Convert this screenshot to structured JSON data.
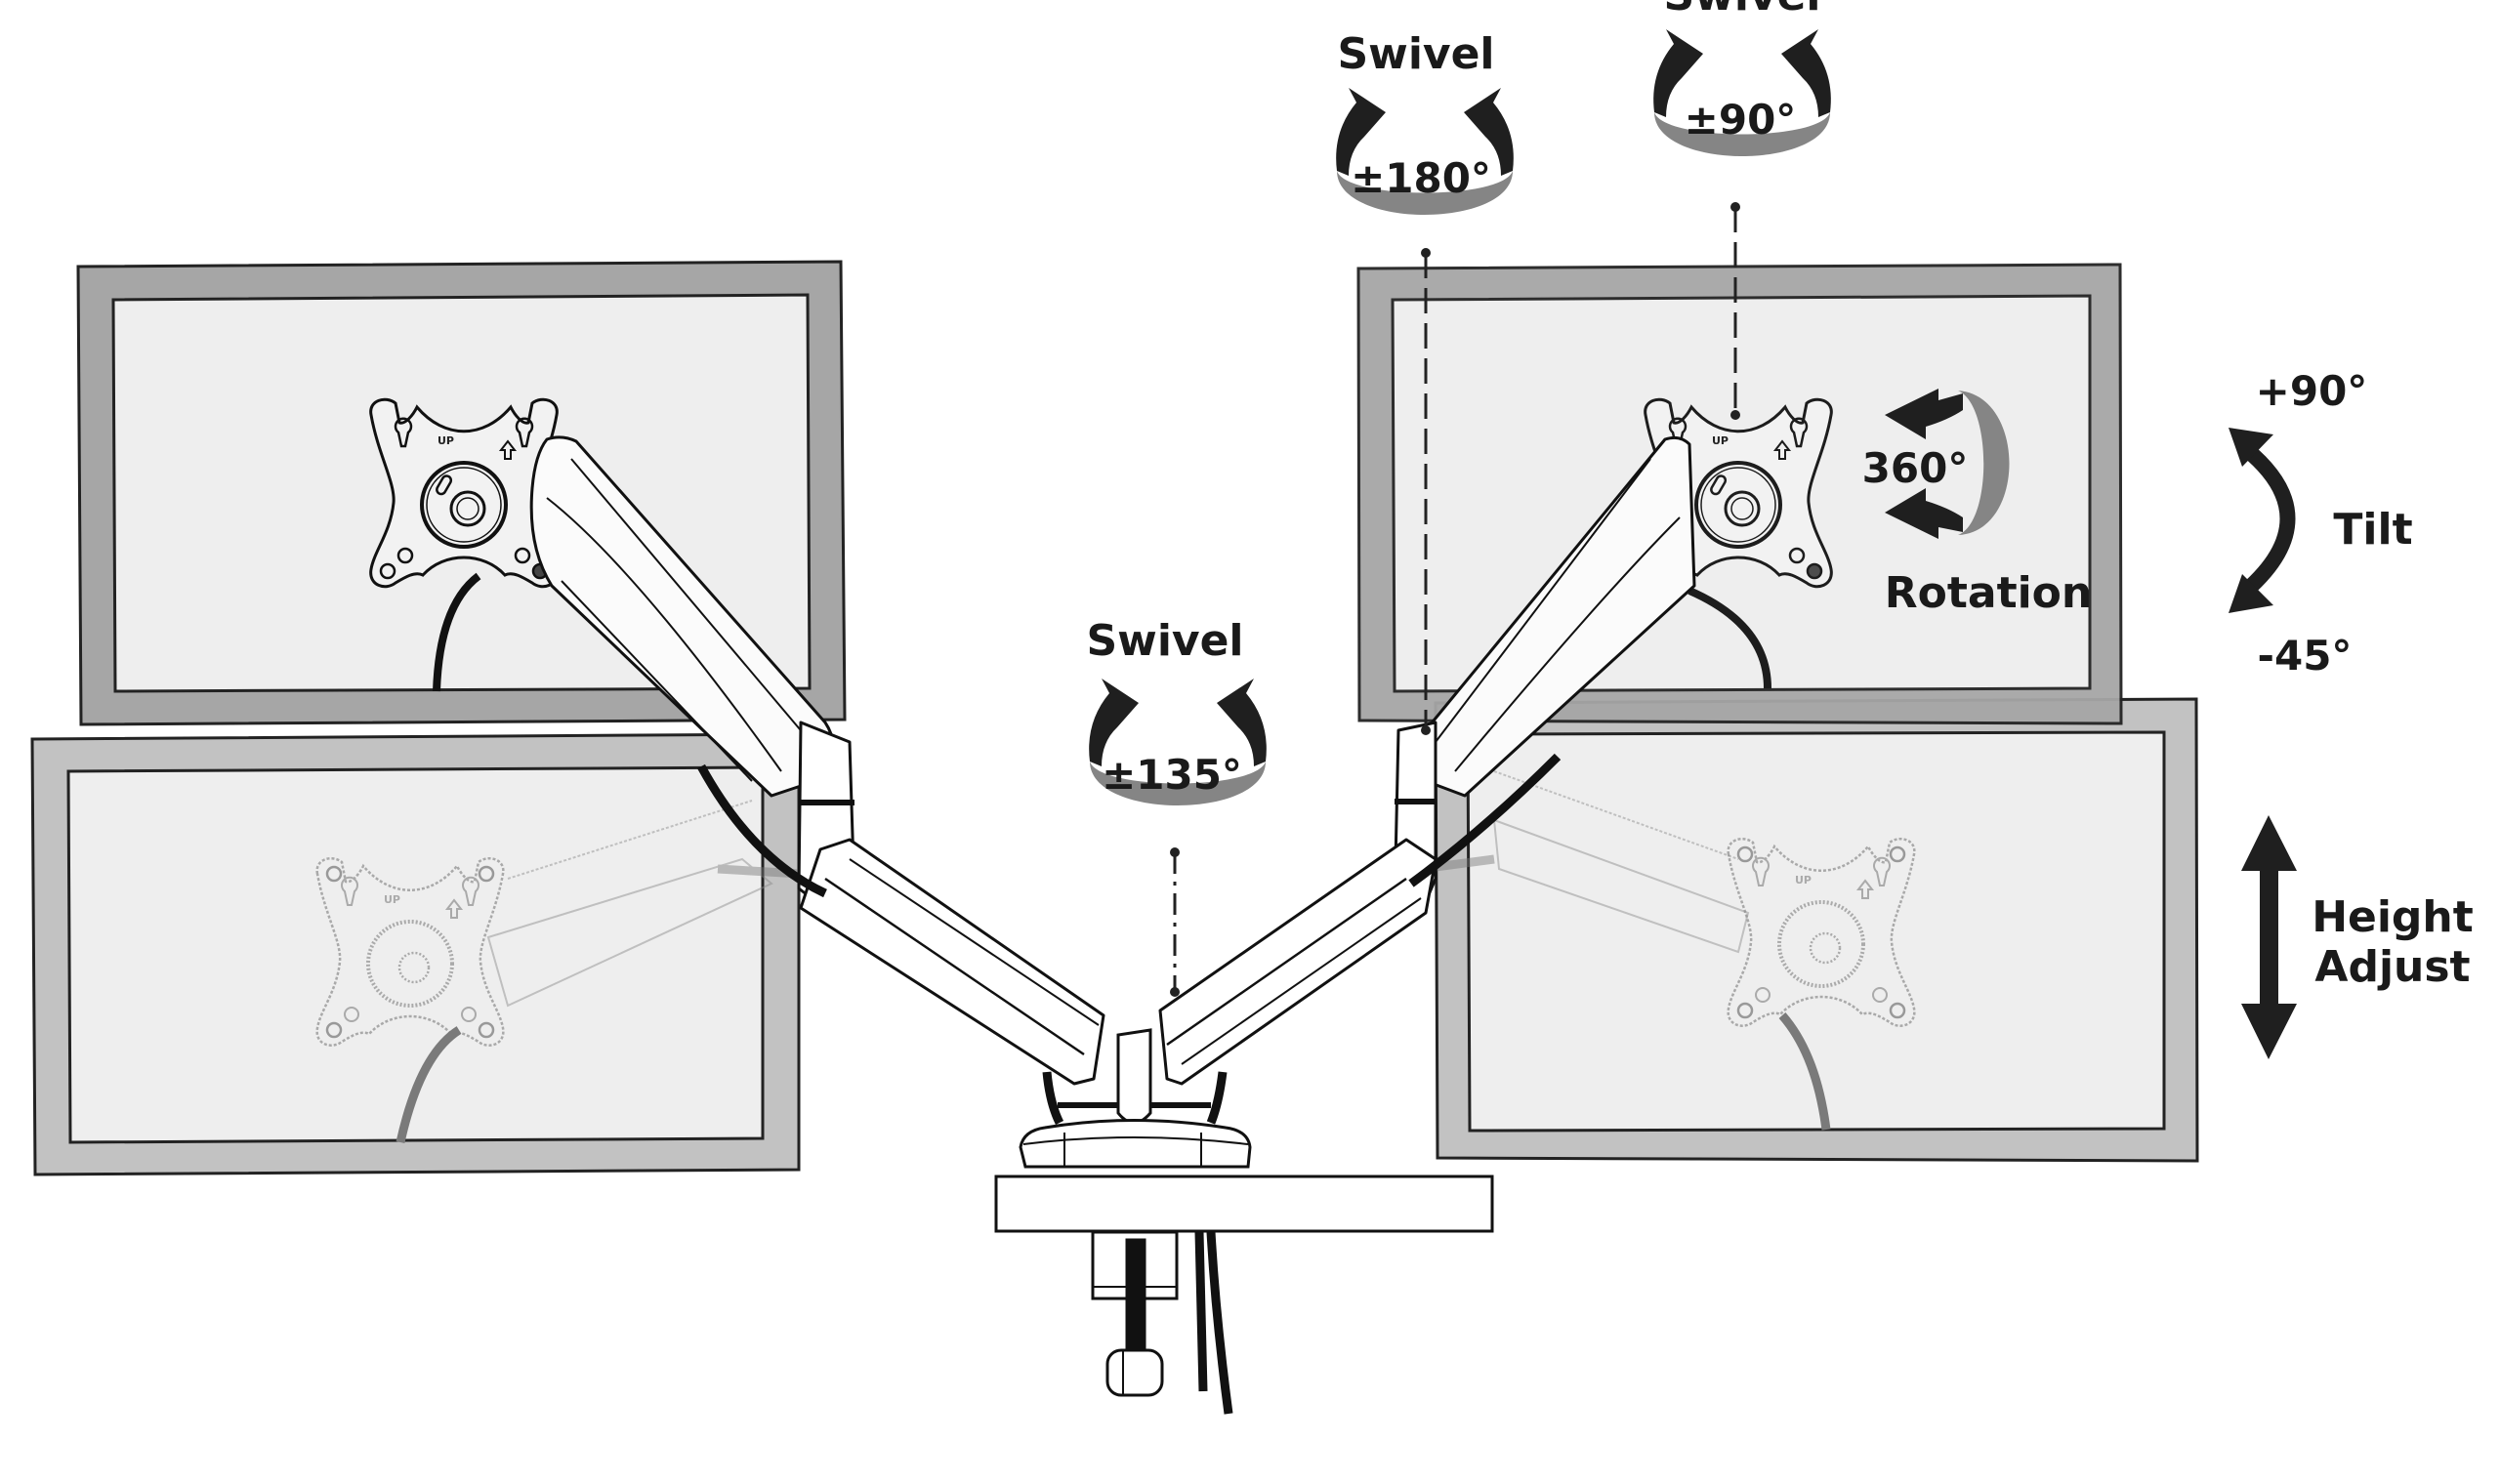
{
  "diagram": {
    "title": "Dual monitor arm adjustment ranges",
    "colors": {
      "bezel_top": "#a6a6a6",
      "bezel_bottom": "#c2c2c2",
      "screen": "#eeeeee",
      "swivel_ring": "#808080",
      "arrow": "#1f1f1f",
      "line": "#111111"
    },
    "plate_marking": {
      "up_text": "UP"
    },
    "callouts": {
      "swivel_base": {
        "label": "Swivel",
        "value": "±135°"
      },
      "swivel_arm": {
        "label": "Swivel",
        "value": "±180°"
      },
      "swivel_head": {
        "label": "Swivel",
        "value": "±90°"
      },
      "rotation": {
        "label": "Rotation",
        "value": "360°"
      },
      "tilt": {
        "label": "Tilt",
        "max": "+90°",
        "min": "-45°"
      },
      "height": {
        "line1": "Height",
        "line2": "Adjust"
      }
    }
  }
}
